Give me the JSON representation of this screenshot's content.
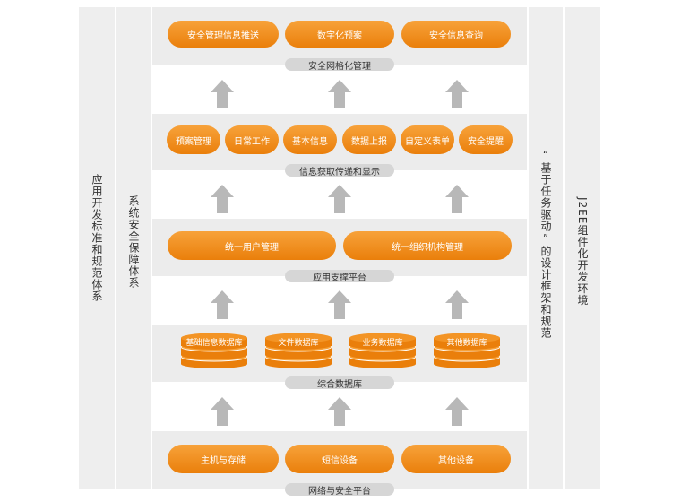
{
  "left_columns": {
    "col1": "应用开发标准和规范体系",
    "col2": "系统安全保障体系"
  },
  "right_columns": {
    "col1": "“基于任务驱动”的设计框架和规范",
    "col2": "J2EE组件化开发环境"
  },
  "layers": {
    "top": {
      "label": "安全网格化管理",
      "items": [
        "安全管理信息推送",
        "数字化预案",
        "安全信息查询"
      ]
    },
    "info": {
      "label": "信息获取传递和显示",
      "items": [
        "预案管理",
        "日常工作",
        "基本信息",
        "数据上报",
        "自定义表单",
        "安全提醒"
      ]
    },
    "app": {
      "label": "应用支撑平台",
      "items": [
        "统一用户管理",
        "统一组织机构管理"
      ]
    },
    "db": {
      "label": "综合数据库",
      "items": [
        "基础信息数据库",
        "文件数据库",
        "业务数据库",
        "其他数据库"
      ]
    },
    "net": {
      "label": "网络与安全平台",
      "items": [
        "主机与存储",
        "短信设备",
        "其他设备"
      ]
    }
  },
  "colors": {
    "accent": "#ef8a17",
    "band": "#ececec",
    "label_bg": "#d6d6d6",
    "arrow": "#b8b8b8"
  }
}
